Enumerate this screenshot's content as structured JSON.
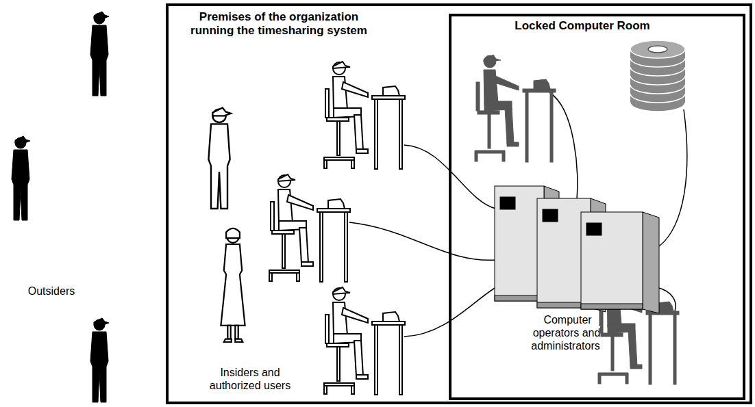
{
  "diagram": {
    "nodes": [
      {
        "text": [
          "Premises of the organization running the timesharing system"
        ]
      },
      {
        "text": [
          "Locked Computer Room"
        ],
        "in": 0
      }
    ],
    "labels": [
      "Outsiders",
      "Insiders and authorized users",
      "Computer operators and administrators"
    ]
  }
}
